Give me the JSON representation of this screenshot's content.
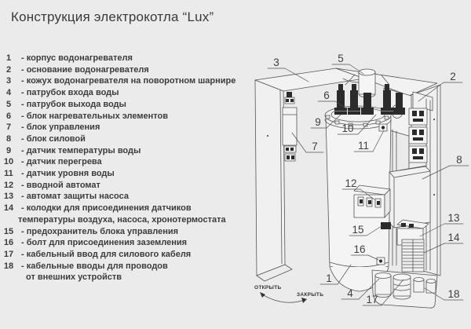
{
  "title": "Конструкция электрокотла “Lux”",
  "colors": {
    "background": "#ebebeb",
    "line": "#555555",
    "text": "#3c3c3c",
    "dark_parts": "#2b2b2b"
  },
  "legend": {
    "items": [
      {
        "num": "1",
        "text": "- корпус водонагревателя"
      },
      {
        "num": "2",
        "text": "- основание водонагревателя"
      },
      {
        "num": "3",
        "text": "- кожух водонагревателя на поворотном шарнире"
      },
      {
        "num": "4",
        "text": "- патрубок входа воды"
      },
      {
        "num": "5",
        "text": "- патрубок выхода воды"
      },
      {
        "num": "6",
        "text": "- блок нагревательных элементов"
      },
      {
        "num": "7",
        "text": "- блок управления"
      },
      {
        "num": "8",
        "text": "- блок силовой"
      },
      {
        "num": "9",
        "text": "- датчик температуры воды"
      },
      {
        "num": "10",
        "text": "- датчик перегрева"
      },
      {
        "num": "11",
        "text": "- датчик уровня воды"
      },
      {
        "num": "12",
        "text": "- вводной автомат"
      },
      {
        "num": "13",
        "text": "- автомат защиты насоса"
      },
      {
        "num": "14",
        "text": "- колодки для присоединения датчиков",
        "text2": "температуры воздуха, насоса, хронотермостата"
      },
      {
        "num": "15",
        "text": "- предохранитель блока управления"
      },
      {
        "num": "16",
        "text": "- болт для присоединения заземления"
      },
      {
        "num": "17",
        "text": "- кабельный ввод для силового кабеля"
      },
      {
        "num": "18",
        "text": "- кабельные вводы  для проводов",
        "text2": "от внешних устройств"
      }
    ]
  },
  "diagram": {
    "callout_numbers": [
      "1",
      "2",
      "3",
      "4",
      "5",
      "6",
      "7",
      "8",
      "9",
      "10",
      "11",
      "12",
      "13",
      "14",
      "15",
      "16",
      "17",
      "18"
    ],
    "open_label": "ОТКРЫТЬ",
    "close_label": "ЗАКРЫТЬ"
  }
}
